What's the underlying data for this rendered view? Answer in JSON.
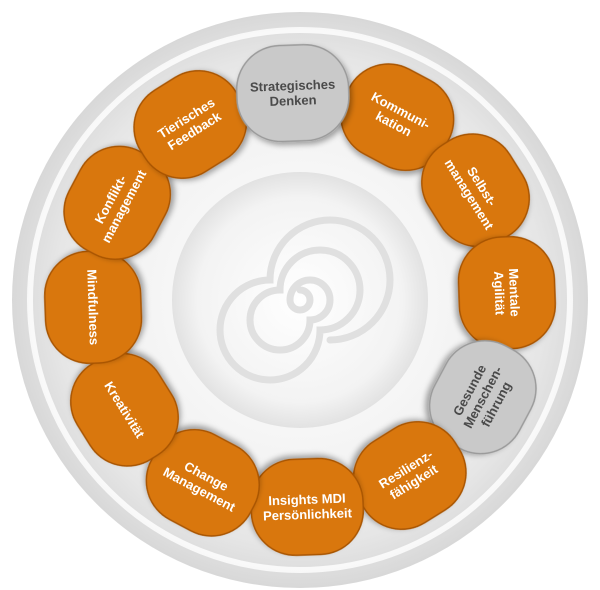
{
  "diagram": {
    "colors": {
      "orange": "#d9770f",
      "orange_dark": "#a85405",
      "gray": "#c9c9c9",
      "gray_dark": "#9a9a9a",
      "label_light": "#ffffff",
      "label_dark": "#4a4a4a"
    },
    "segments": [
      {
        "id": "kommunikation",
        "lines": [
          "Kommuni-",
          "kation"
        ],
        "style": "orange"
      },
      {
        "id": "selbstmanagement",
        "lines": [
          "Selbst-",
          "management"
        ],
        "style": "orange"
      },
      {
        "id": "mentale-agilitaet",
        "lines": [
          "Mentale",
          "Agilität"
        ],
        "style": "orange"
      },
      {
        "id": "gesunde-menschenfuehrung",
        "lines": [
          "Gesunde",
          "Menschen-",
          "führung"
        ],
        "style": "gray"
      },
      {
        "id": "resilienzfaehigkeit",
        "lines": [
          "Resilienz-",
          "fähigkeit"
        ],
        "style": "orange"
      },
      {
        "id": "insights-mdi",
        "lines": [
          "Insights MDI",
          "Persönlichkeit"
        ],
        "style": "orange"
      },
      {
        "id": "change-management",
        "lines": [
          "Change",
          "Management"
        ],
        "style": "orange"
      },
      {
        "id": "kreativitaet",
        "lines": [
          "Kreativität"
        ],
        "style": "orange"
      },
      {
        "id": "mindfulness",
        "lines": [
          "Mindfulness"
        ],
        "style": "orange"
      },
      {
        "id": "konfliktmanagement",
        "lines": [
          "Konflikt-",
          "management"
        ],
        "style": "orange"
      },
      {
        "id": "tierisches-feedback",
        "lines": [
          "Tierisches",
          "Feedback"
        ],
        "style": "orange"
      },
      {
        "id": "strategisches-denken",
        "lines": [
          "Strategisches",
          "Denken"
        ],
        "style": "gray"
      }
    ]
  }
}
